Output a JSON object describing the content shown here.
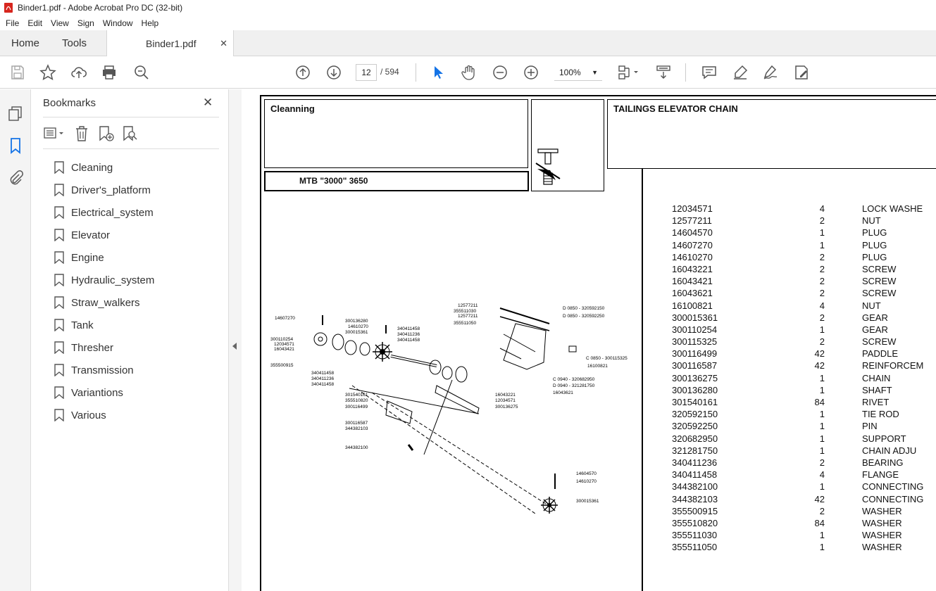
{
  "window": {
    "title": "Binder1.pdf - Adobe Acrobat Pro DC (32-bit)"
  },
  "menu": {
    "items": [
      "File",
      "Edit",
      "View",
      "Sign",
      "Window",
      "Help"
    ]
  },
  "tabs": {
    "home": "Home",
    "tools": "Tools",
    "document": "Binder1.pdf"
  },
  "toolbar": {
    "page_current": "12",
    "page_total": "594",
    "zoom": "100%"
  },
  "bookmarks_panel": {
    "title": "Bookmarks",
    "items": [
      "Cleaning",
      "Driver's_platform",
      "Electrical_system",
      "Elevator",
      "Engine",
      "Hydraulic_system",
      "Straw_walkers",
      "Tank",
      "Thresher",
      "Transmission",
      "Variantions",
      "Various"
    ]
  },
  "document": {
    "section": "Cleanning",
    "model": "MTB \"3000\" 3650",
    "title": "TAILINGS ELEVATOR CHAIN",
    "parts": [
      {
        "number": "12034571",
        "qty": "4",
        "desc": "LOCK WASHE"
      },
      {
        "number": "12577211",
        "qty": "2",
        "desc": "NUT"
      },
      {
        "number": "14604570",
        "qty": "1",
        "desc": "PLUG"
      },
      {
        "number": "14607270",
        "qty": "1",
        "desc": "PLUG"
      },
      {
        "number": "14610270",
        "qty": "2",
        "desc": "PLUG"
      },
      {
        "number": "16043221",
        "qty": "2",
        "desc": "SCREW"
      },
      {
        "number": "16043421",
        "qty": "2",
        "desc": "SCREW"
      },
      {
        "number": "16043621",
        "qty": "2",
        "desc": "SCREW"
      },
      {
        "number": "16100821",
        "qty": "4",
        "desc": "NUT"
      },
      {
        "number": "300015361",
        "qty": "2",
        "desc": "GEAR"
      },
      {
        "number": "300110254",
        "qty": "1",
        "desc": "GEAR"
      },
      {
        "number": "300115325",
        "qty": "2",
        "desc": "SCREW"
      },
      {
        "number": "300116499",
        "qty": "42",
        "desc": "PADDLE"
      },
      {
        "number": "300116587",
        "qty": "42",
        "desc": "REINFORCEM"
      },
      {
        "number": "300136275",
        "qty": "1",
        "desc": "CHAIN"
      },
      {
        "number": "300136280",
        "qty": "1",
        "desc": "SHAFT"
      },
      {
        "number": "301540161",
        "qty": "84",
        "desc": "RIVET"
      },
      {
        "number": "320592150",
        "qty": "1",
        "desc": "TIE ROD"
      },
      {
        "number": "320592250",
        "qty": "1",
        "desc": "PIN"
      },
      {
        "number": "320682950",
        "qty": "1",
        "desc": "SUPPORT"
      },
      {
        "number": "321281750",
        "qty": "1",
        "desc": "CHAIN ADJU"
      },
      {
        "number": "340411236",
        "qty": "2",
        "desc": "BEARING"
      },
      {
        "number": "340411458",
        "qty": "4",
        "desc": "FLANGE"
      },
      {
        "number": "344382100",
        "qty": "1",
        "desc": "CONNECTING"
      },
      {
        "number": "344382103",
        "qty": "42",
        "desc": "CONNECTING"
      },
      {
        "number": "355500915",
        "qty": "2",
        "desc": "WASHER"
      },
      {
        "number": "355510820",
        "qty": "84",
        "desc": "WASHER"
      },
      {
        "number": "355511030",
        "qty": "1",
        "desc": "WASHER"
      },
      {
        "number": "355511050",
        "qty": "1",
        "desc": "WASHER"
      }
    ],
    "diagram_labels": [
      "14607270",
      "300110254",
      "12034571",
      "16043421",
      "355500915",
      "300136280",
      "14610270",
      "300015361",
      "340411458",
      "340411236",
      "340411458",
      "12577211",
      "355511030",
      "12577211",
      "355511050",
      "D 0850 - 320592150",
      "D 0850 - 320592250",
      "C 0850 - 300115325",
      "16100821",
      "C 0940 - 320682950",
      "D 0940 - 321281750",
      "16043621",
      "16043221",
      "12034571",
      "300136275",
      "340411458",
      "340411236",
      "340411458",
      "301540161",
      "355510820",
      "300116499",
      "300116587",
      "344382103",
      "344382100",
      "14604570",
      "14610270",
      "300015361"
    ]
  }
}
